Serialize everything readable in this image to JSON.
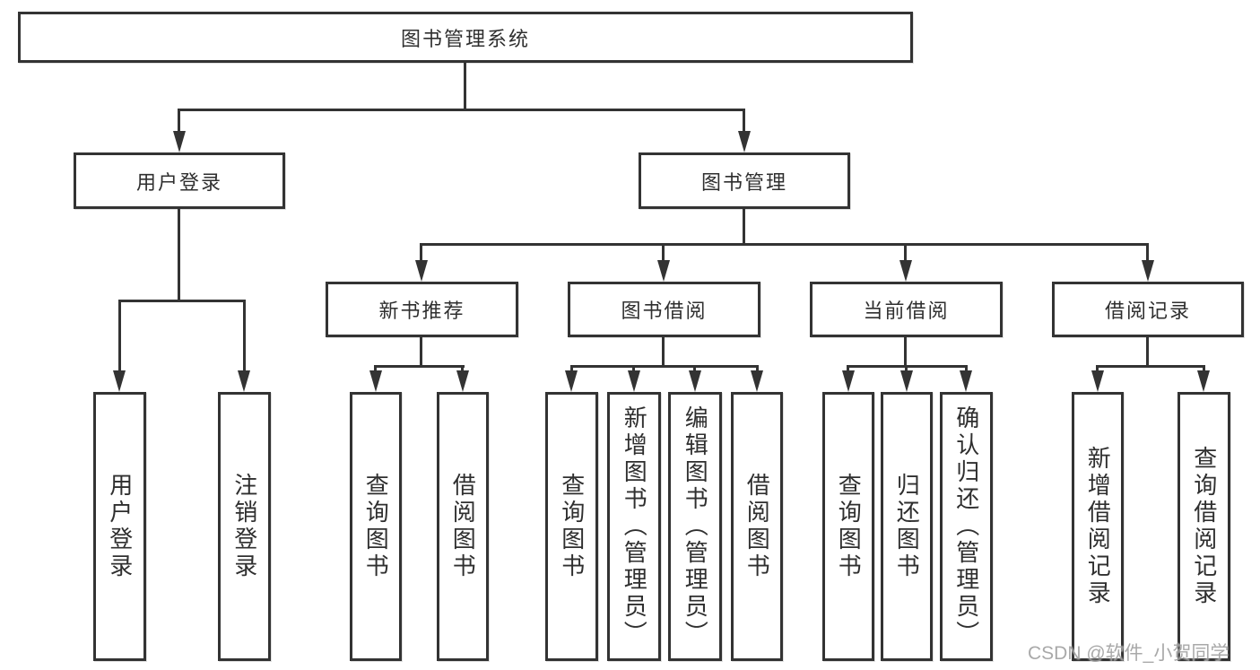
{
  "tree": {
    "root": {
      "label": "图书管理系统",
      "children": [
        {
          "label": "用户登录",
          "children": [
            {
              "label": "用户登录"
            },
            {
              "label": "注销登录"
            }
          ]
        },
        {
          "label": "图书管理",
          "children": [
            {
              "label": "新书推荐",
              "children": [
                {
                  "label": "查询图书"
                },
                {
                  "label": "借阅图书"
                }
              ]
            },
            {
              "label": "图书借阅",
              "children": [
                {
                  "label": "查询图书"
                },
                {
                  "label": "新增图书（管理员）"
                },
                {
                  "label": "编辑图书（管理员）"
                },
                {
                  "label": "借阅图书"
                }
              ]
            },
            {
              "label": "当前借阅",
              "children": [
                {
                  "label": "查询图书"
                },
                {
                  "label": "归还图书"
                },
                {
                  "label": "确认归还（管理员）"
                }
              ]
            },
            {
              "label": "借阅记录",
              "children": [
                {
                  "label": "新增借阅记录"
                },
                {
                  "label": "查询借阅记录"
                }
              ]
            }
          ]
        }
      ]
    }
  },
  "watermark": {
    "text": "CSDN @软件_小贺同学",
    "color": "#a0a0a0"
  },
  "style": {
    "line_color": "#333333",
    "text_color": "#2f2f2f",
    "background": "#ffffff"
  }
}
